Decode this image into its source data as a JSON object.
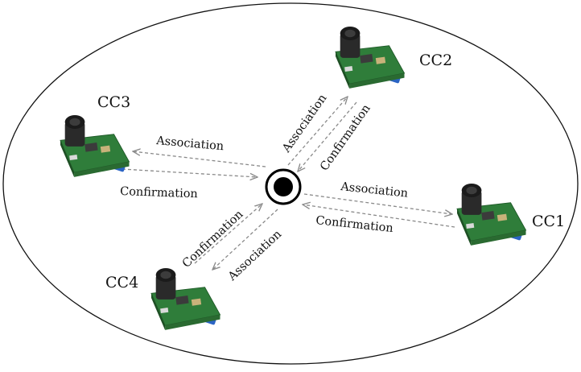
{
  "nodes": {
    "cc1": {
      "label": "CC1"
    },
    "cc2": {
      "label": "CC2"
    },
    "cc3": {
      "label": "CC3"
    },
    "cc4": {
      "label": "CC4"
    }
  },
  "links": {
    "cc1": {
      "association": "Association",
      "confirmation": "Confirmation"
    },
    "cc2": {
      "association": "Association",
      "confirmation": "Confirmation"
    },
    "cc3": {
      "association": "Association",
      "confirmation": "Confirmation"
    },
    "cc4": {
      "association": "Association",
      "confirmation": "Confirmation"
    }
  },
  "colors": {
    "pcb": "#2f7d3a",
    "lens": "#1b1b1b",
    "connector": "#2b64c4",
    "arrow": "#8a8a8a",
    "hub": "#000000"
  },
  "icons": {
    "camera": "camera-module-icon",
    "hub": "coordinator-hub-icon"
  }
}
